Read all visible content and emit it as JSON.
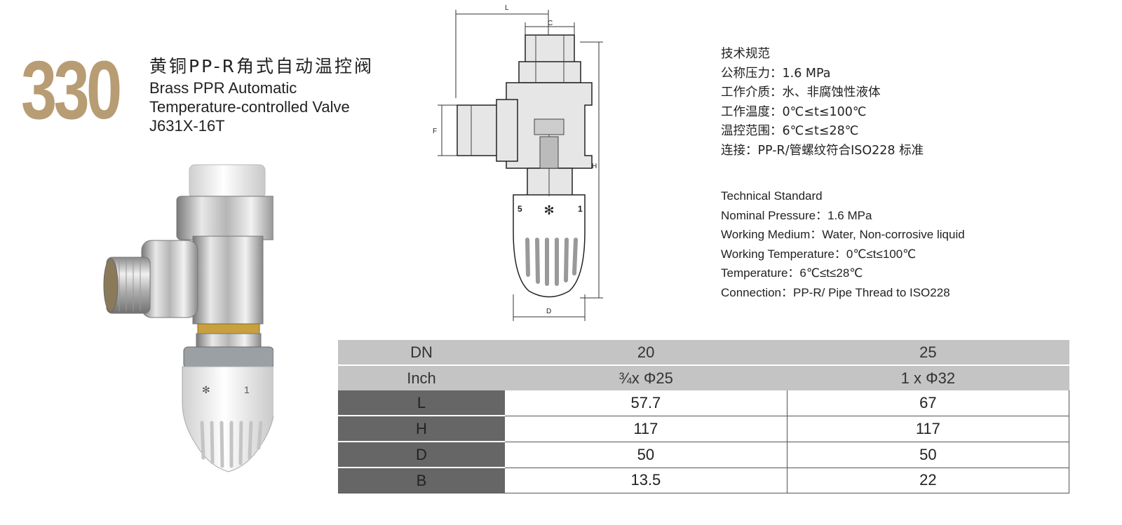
{
  "product": {
    "model_number": "330",
    "title_cn": "黄铜PP-R角式自动温控阀",
    "title_en_line1": "Brass PPR Automatic",
    "title_en_line2": "Temperature-controlled Valve",
    "code": "J631X-16T"
  },
  "colors": {
    "accent": "#b89c74",
    "header_gray": "#c4c4c4",
    "label_dark": "#666666"
  },
  "drawing_labels": {
    "L": "L",
    "C": "C",
    "F": "F",
    "H": "H",
    "D": "D",
    "dial_left": "5",
    "dial_right": "1"
  },
  "photo_labels": {
    "snow_mark": "✻",
    "dial_one": "1"
  },
  "spec_cn": [
    "技术规范",
    "公称压力：1.6 MPa",
    "工作介质：水、非腐蚀性液体",
    "工作温度：0℃≤t≤100℃",
    "温控范围：6℃≤t≤28℃",
    "连接：PP-R/管螺纹符合ISO228 标准"
  ],
  "spec_en": [
    "Technical Standard",
    "Nominal Pressure：1.6 MPa",
    "Working Medium：Water, Non-corrosive liquid",
    "Working Temperature：0℃≤t≤100℃",
    "Temperature：6℃≤t≤28℃",
    "Connection：PP-R/ Pipe Thread to ISO228"
  ],
  "table": {
    "header_dn": {
      "label": "DN",
      "values": [
        "20",
        "25"
      ]
    },
    "header_inch": {
      "label": "Inch",
      "values": [
        "¾x Φ25",
        "1 x Φ32"
      ]
    },
    "rows": [
      {
        "label": "L",
        "values": [
          "57.7",
          "67"
        ]
      },
      {
        "label": "H",
        "values": [
          "117",
          "117"
        ]
      },
      {
        "label": "D",
        "values": [
          "50",
          "50"
        ]
      },
      {
        "label": "B",
        "values": [
          "13.5",
          "22"
        ]
      }
    ]
  }
}
